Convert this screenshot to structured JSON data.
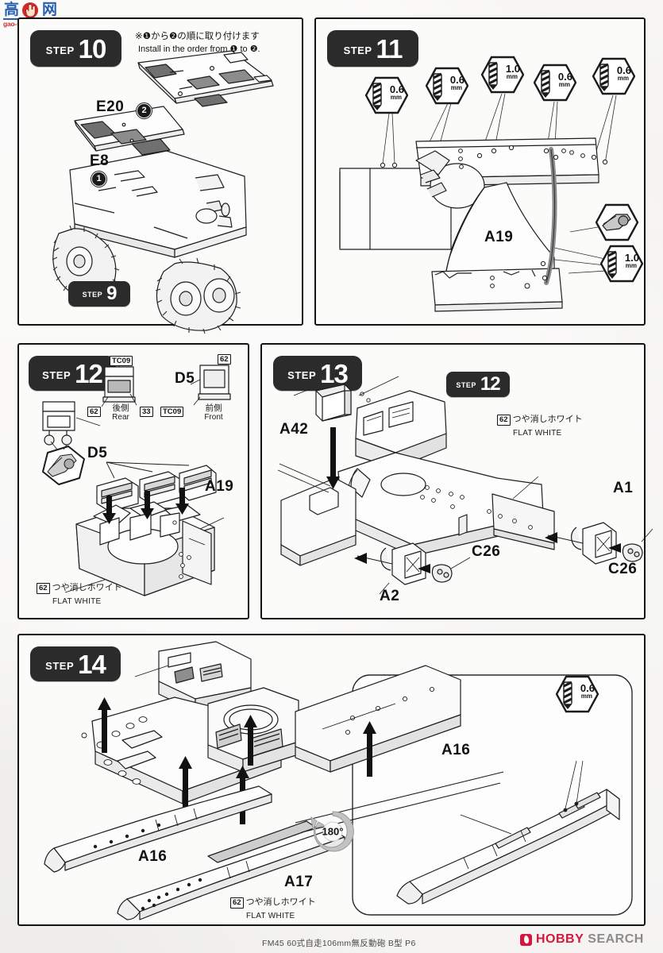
{
  "document": {
    "kind": "model-kit-instruction-sheet",
    "footer_code": "FM45 60式自走106mm無反動砲 B型 P6"
  },
  "watermark": {
    "char1": "高",
    "char2": "网",
    "url": "gao-shou-com",
    "icon": "pointing-hand-icon"
  },
  "brand": {
    "name_part1": "HOBBY",
    "name_part2": "SEARCH",
    "mark": "flame-icon",
    "color_red": "#d7163c",
    "color_grey": "#8b8b8b"
  },
  "panels": {
    "step10": {
      "badge": {
        "word": "STEP",
        "number": "10"
      },
      "note_jp": "※❶から❷の順に取り付けます",
      "note_en": "Install in the order from ❶ to ❷.",
      "parts": [
        {
          "label": "E20",
          "order": "2"
        },
        {
          "label": "E8",
          "order": "1"
        }
      ],
      "ref_badge": {
        "word": "STEP",
        "number": "9"
      }
    },
    "step11": {
      "badge": {
        "word": "STEP",
        "number": "11"
      },
      "parts": [
        {
          "label": "A19"
        }
      ],
      "drills": [
        {
          "size": "0.6",
          "unit": "mm"
        },
        {
          "size": "0.6",
          "unit": "mm"
        },
        {
          "size": "1.0",
          "unit": "mm"
        },
        {
          "size": "0.6",
          "unit": "mm"
        },
        {
          "size": "0.6",
          "unit": "mm"
        },
        {
          "size": "1.0",
          "unit": "mm"
        }
      ],
      "tool_hint": "cut-with-nipper-icon"
    },
    "step12": {
      "badge": {
        "word": "STEP",
        "number": "12"
      },
      "parts": [
        {
          "label": "D5"
        },
        {
          "label": "D5"
        },
        {
          "label": "A19"
        }
      ],
      "chips": [
        {
          "code": "TC09"
        },
        {
          "code": "62"
        },
        {
          "code": "62"
        },
        {
          "code": "33"
        },
        {
          "code": "TC09"
        }
      ],
      "captions": [
        {
          "jp": "後側",
          "en": "Rear"
        },
        {
          "jp": "前側",
          "en": "Front"
        }
      ],
      "paint": {
        "chip": "62",
        "jp": "つや消しホワイト",
        "en": "FLAT WHITE"
      },
      "tool_hint": "cut-with-nipper-icon"
    },
    "step13": {
      "badge": {
        "word": "STEP",
        "number": "13"
      },
      "ref_badge": {
        "word": "STEP",
        "number": "12"
      },
      "parts": [
        {
          "label": "A42"
        },
        {
          "label": "A1"
        },
        {
          "label": "A2"
        },
        {
          "label": "C26"
        },
        {
          "label": "C26"
        }
      ],
      "paint": {
        "chip": "62",
        "jp": "つや消しホワイト",
        "en": "FLAT WHITE"
      }
    },
    "step14": {
      "badge": {
        "word": "STEP",
        "number": "14"
      },
      "rotation": "180°",
      "parts": [
        {
          "label": "A16"
        },
        {
          "label": "A17"
        },
        {
          "label": "A16"
        }
      ],
      "drills": [
        {
          "size": "0.6",
          "unit": "mm"
        }
      ],
      "paint": {
        "chip": "62",
        "jp": "つや消しホワイト",
        "en": "FLAT WHITE"
      }
    }
  }
}
